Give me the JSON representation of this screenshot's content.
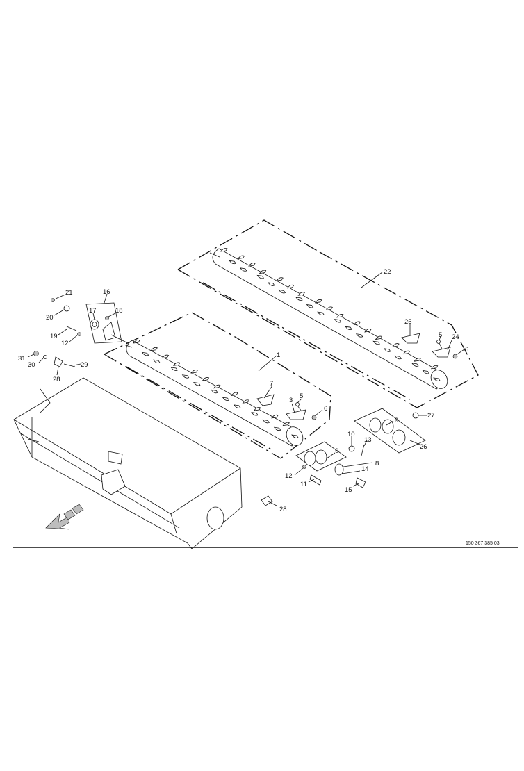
{
  "drawing": {
    "reference_number": "150 367 385 03",
    "callouts": {
      "c1": "1",
      "c3": "3",
      "c5a": "5",
      "c6a": "6",
      "c7": "7",
      "c8": "8",
      "c9a": "9",
      "c9b": "9",
      "c10": "10",
      "c11": "11",
      "c12a": "12",
      "c12b": "12",
      "c13": "13",
      "c14": "14",
      "c15": "15",
      "c16": "16",
      "c17": "17",
      "c18": "18",
      "c19": "19",
      "c20": "20",
      "c21": "21",
      "c22": "22",
      "c24": "24",
      "c25": "25",
      "c5b": "5",
      "c6b": "6",
      "c26": "26",
      "c27": "27",
      "c28a": "28",
      "c28b": "28",
      "c29": "29",
      "c30": "30",
      "c31": "31"
    }
  }
}
